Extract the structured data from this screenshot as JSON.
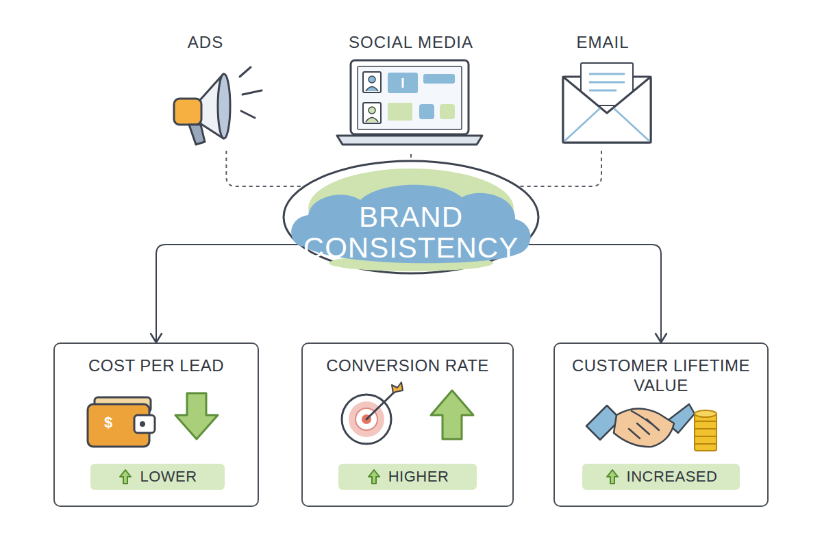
{
  "diagram": {
    "nodes": [
      {
        "text": [
          "ADS"
        ]
      },
      {
        "text": [
          "SOCIAL MEDIA"
        ]
      },
      {
        "text": [
          "EMAIL"
        ]
      },
      {
        "text": [
          "BRAND CONSISTENCY"
        ]
      },
      {
        "text": [
          "COST PER LEAD"
        ]
      },
      {
        "text": [
          "LOWER"
        ],
        "in": 4
      },
      {
        "text": [
          "CONVERSION RATE"
        ]
      },
      {
        "text": [
          "HIGHER"
        ],
        "in": 6
      },
      {
        "text": [
          "CUSTOMER LIFETIME VALUE"
        ]
      },
      {
        "text": [
          "INCREASED"
        ],
        "in": 8
      }
    ],
    "edges": [
      {
        "from": 0,
        "to": 3,
        "arrow": "none"
      },
      {
        "from": 1,
        "to": 3,
        "arrow": "none"
      },
      {
        "from": 2,
        "to": 3,
        "arrow": "none"
      },
      {
        "from": 3,
        "to": 4,
        "arrow": "to"
      },
      {
        "from": 3,
        "to": 8,
        "arrow": "to"
      }
    ],
    "labels": [
      "$"
    ]
  }
}
